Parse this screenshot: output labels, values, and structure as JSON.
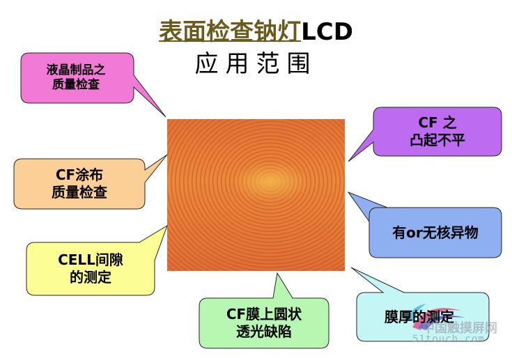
{
  "title": {
    "line1_part1": "表面检查钠灯",
    "line1_part2": "LCD",
    "line2": "应用范围"
  },
  "callouts": [
    {
      "id": "lcd-products",
      "line1": "液晶制品之",
      "line2": "质量检查",
      "color": "#f07ad6"
    },
    {
      "id": "cf-bumps",
      "line1": "CF 之",
      "line2": "凸起不平",
      "color": "#bd6cf2"
    },
    {
      "id": "cf-coating",
      "line1": "CF涂布",
      "line2": "质量检查",
      "color": "#fccf96"
    },
    {
      "id": "foreign-matter",
      "line1": "有or无核异物",
      "line2": "",
      "color": "#8fb0f0"
    },
    {
      "id": "cell-gap",
      "line1": "CELL间隙",
      "line2": "的测定",
      "color": "#fdfd96"
    },
    {
      "id": "cf-film-defect",
      "line1": "CF膜上圆状",
      "line2": "透光缺陷",
      "color": "#b8f7b2"
    },
    {
      "id": "film-thickness",
      "line1": "膜厚的测定",
      "line2": "",
      "color": "#c4f6f6"
    }
  ],
  "watermark": {
    "line1": "中国触摸屏网",
    "line2": "51touch.com"
  }
}
